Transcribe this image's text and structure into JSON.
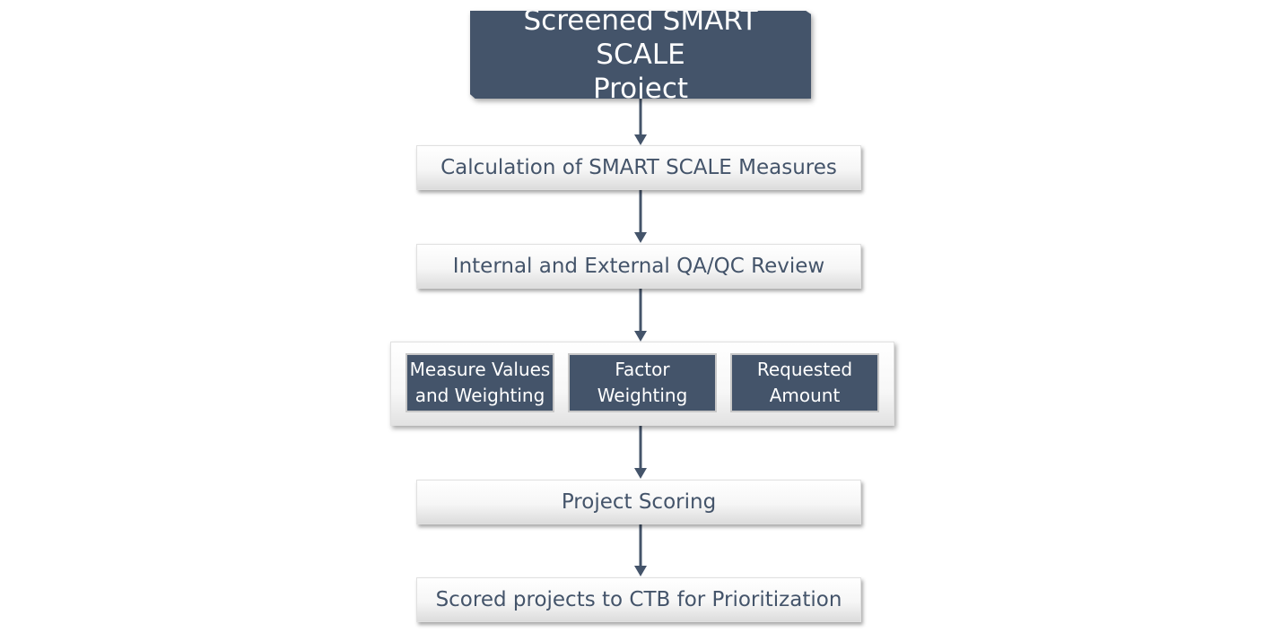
{
  "colors": {
    "dark_box": "#44546a",
    "step_text": "#44546a",
    "arrow": "#44546a"
  },
  "top": {
    "line1": "Screened SMART SCALE",
    "line2": "Project"
  },
  "steps": [
    {
      "label": "Calculation of SMART SCALE Measures"
    },
    {
      "label": "Internal and External QA/QC Review"
    },
    {
      "label": "Project Scoring"
    },
    {
      "label": "Scored projects to CTB for Prioritization"
    }
  ],
  "group": {
    "items": [
      {
        "line1": "Measure Values",
        "line2": "and Weighting"
      },
      {
        "line1": "Factor",
        "line2": "Weighting"
      },
      {
        "line1": "Requested",
        "line2": "Amount"
      }
    ]
  }
}
